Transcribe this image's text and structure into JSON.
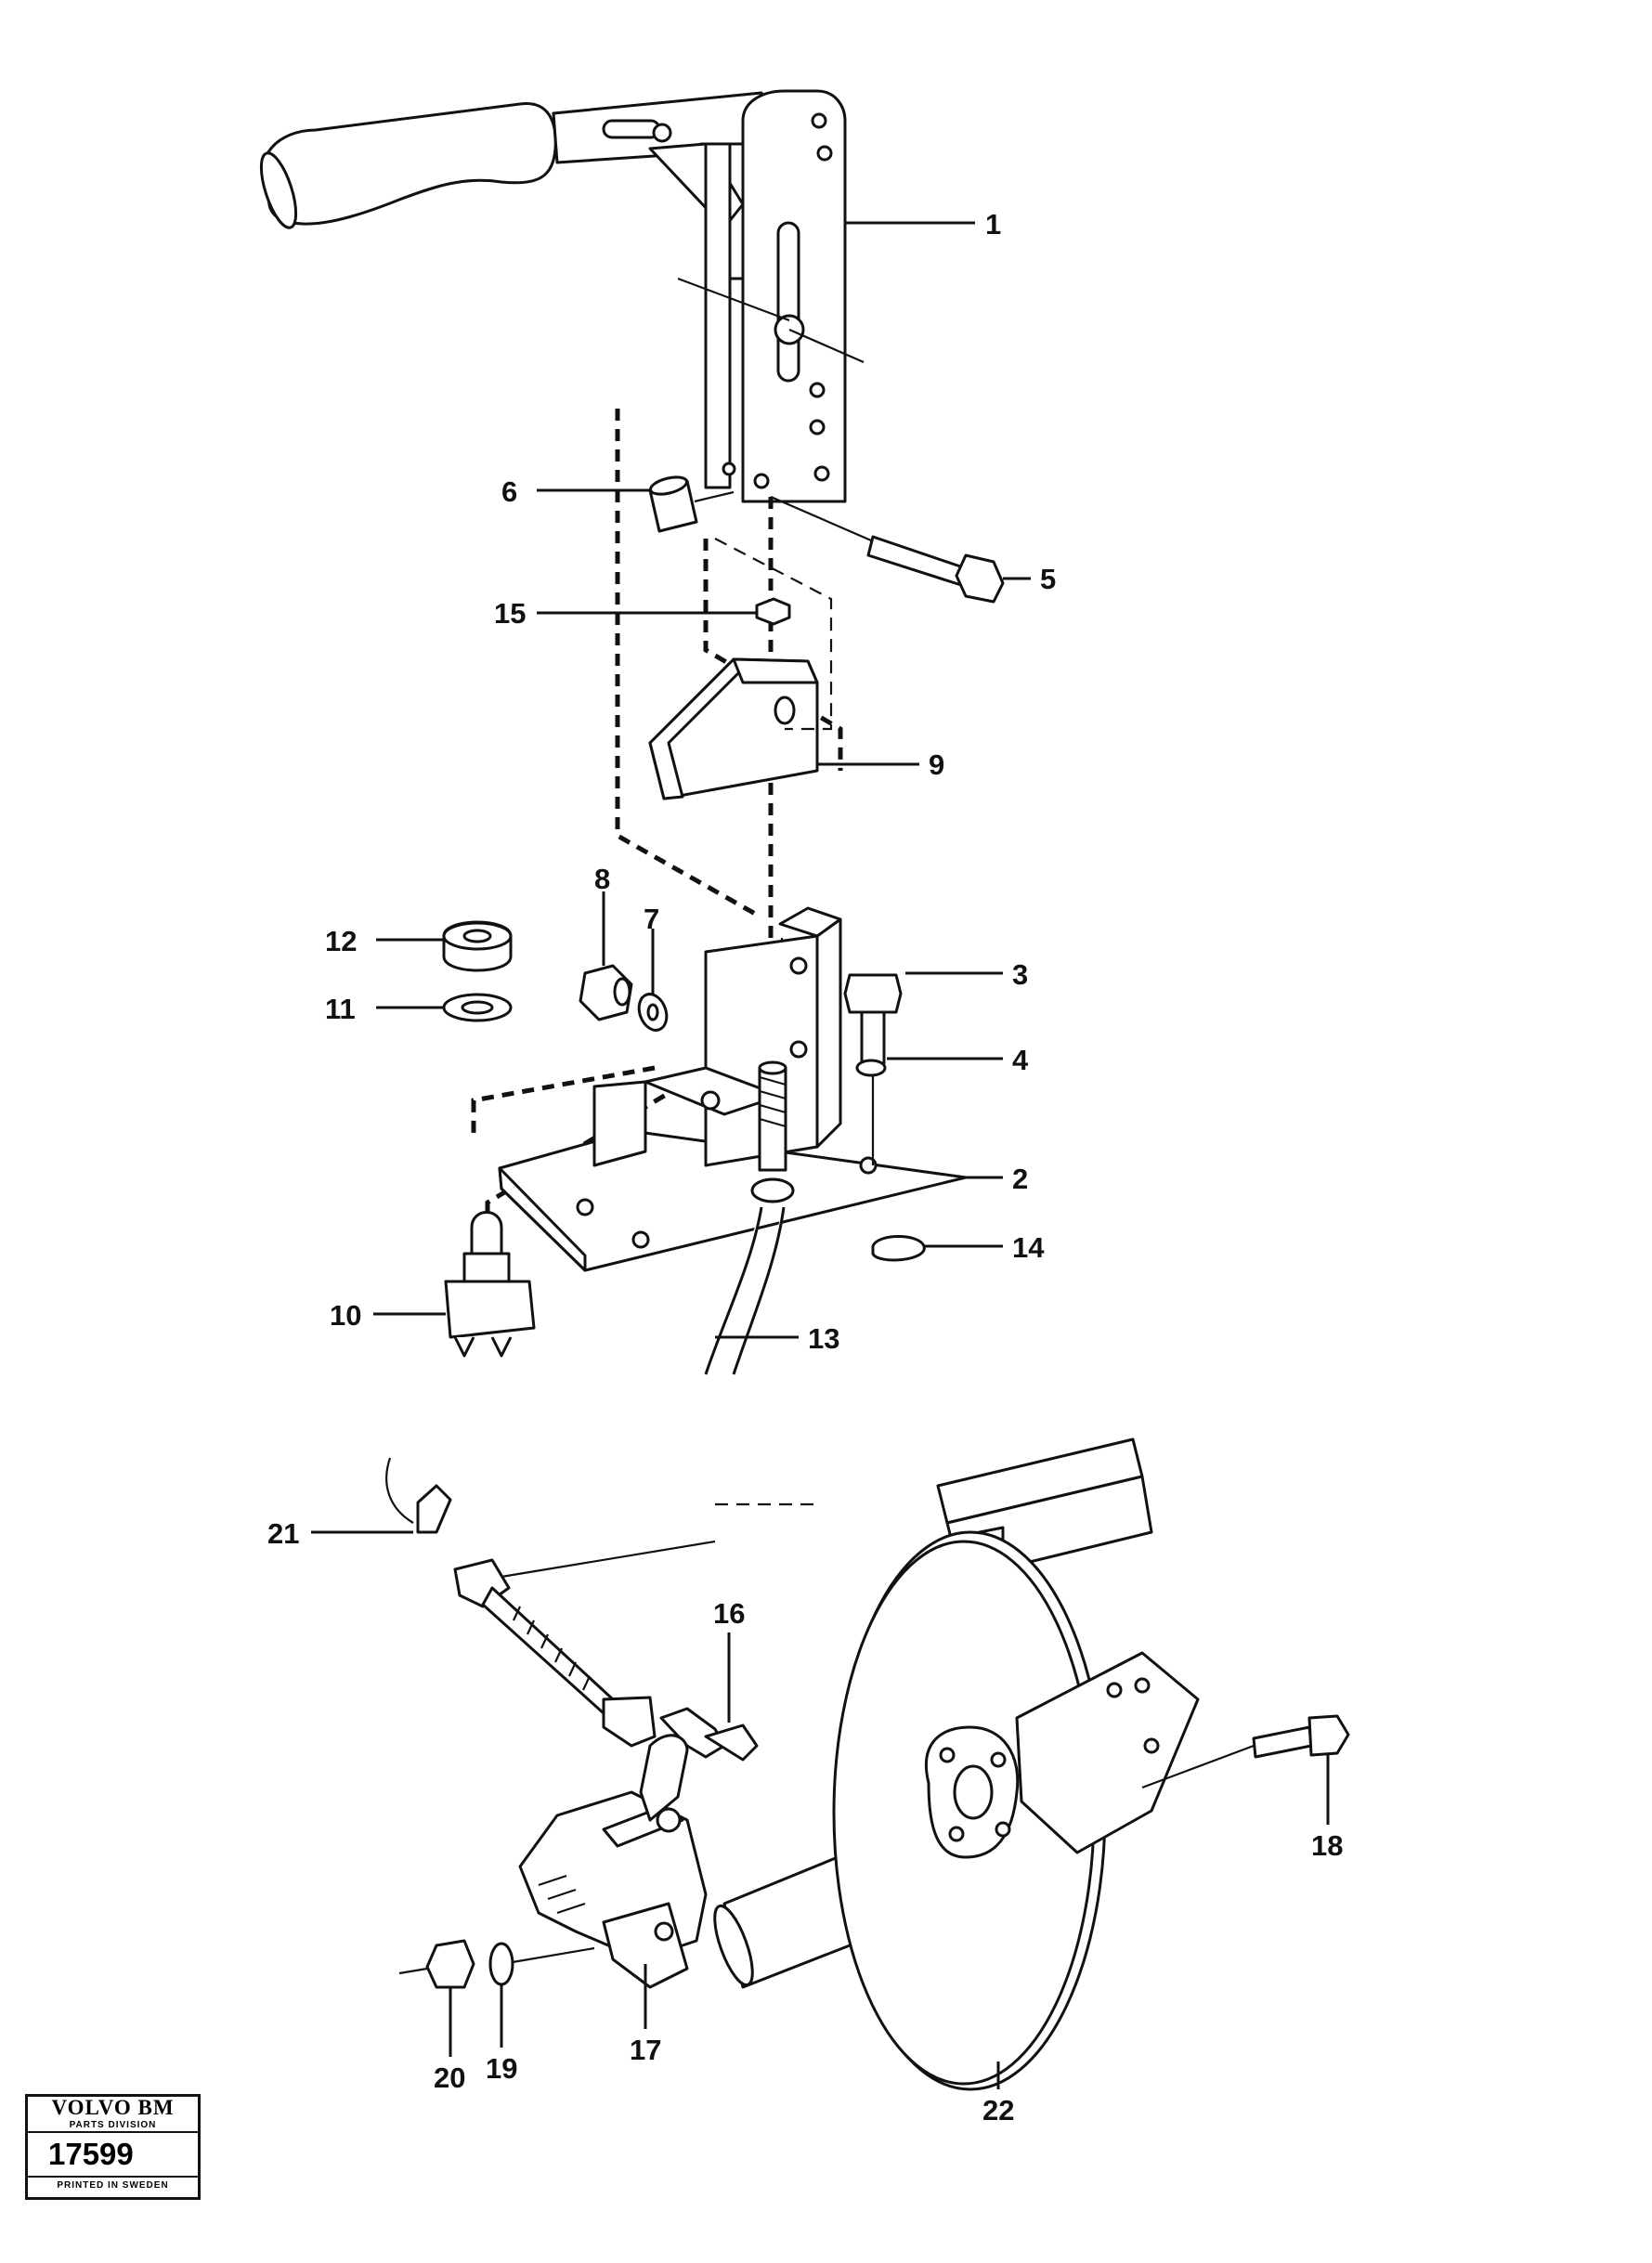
{
  "diagram": {
    "callouts": [
      {
        "id": "1",
        "text": "1"
      },
      {
        "id": "2",
        "text": "2"
      },
      {
        "id": "3",
        "text": "3"
      },
      {
        "id": "4",
        "text": "4"
      },
      {
        "id": "5",
        "text": "5"
      },
      {
        "id": "6",
        "text": "6"
      },
      {
        "id": "7",
        "text": "7"
      },
      {
        "id": "8",
        "text": "8"
      },
      {
        "id": "9",
        "text": "9"
      },
      {
        "id": "10",
        "text": "10"
      },
      {
        "id": "11",
        "text": "11"
      },
      {
        "id": "12",
        "text": "12"
      },
      {
        "id": "13",
        "text": "13"
      },
      {
        "id": "14",
        "text": "14"
      },
      {
        "id": "15",
        "text": "15"
      },
      {
        "id": "16",
        "text": "16"
      },
      {
        "id": "17",
        "text": "17"
      },
      {
        "id": "18",
        "text": "18"
      },
      {
        "id": "19",
        "text": "19"
      },
      {
        "id": "20",
        "text": "20"
      },
      {
        "id": "21",
        "text": "21"
      },
      {
        "id": "22",
        "text": "22"
      }
    ]
  },
  "stamp": {
    "brand": "VOLVO BM",
    "division": "PARTS DIVISION",
    "number": "17599",
    "printed": "PRINTED IN SWEDEN"
  }
}
